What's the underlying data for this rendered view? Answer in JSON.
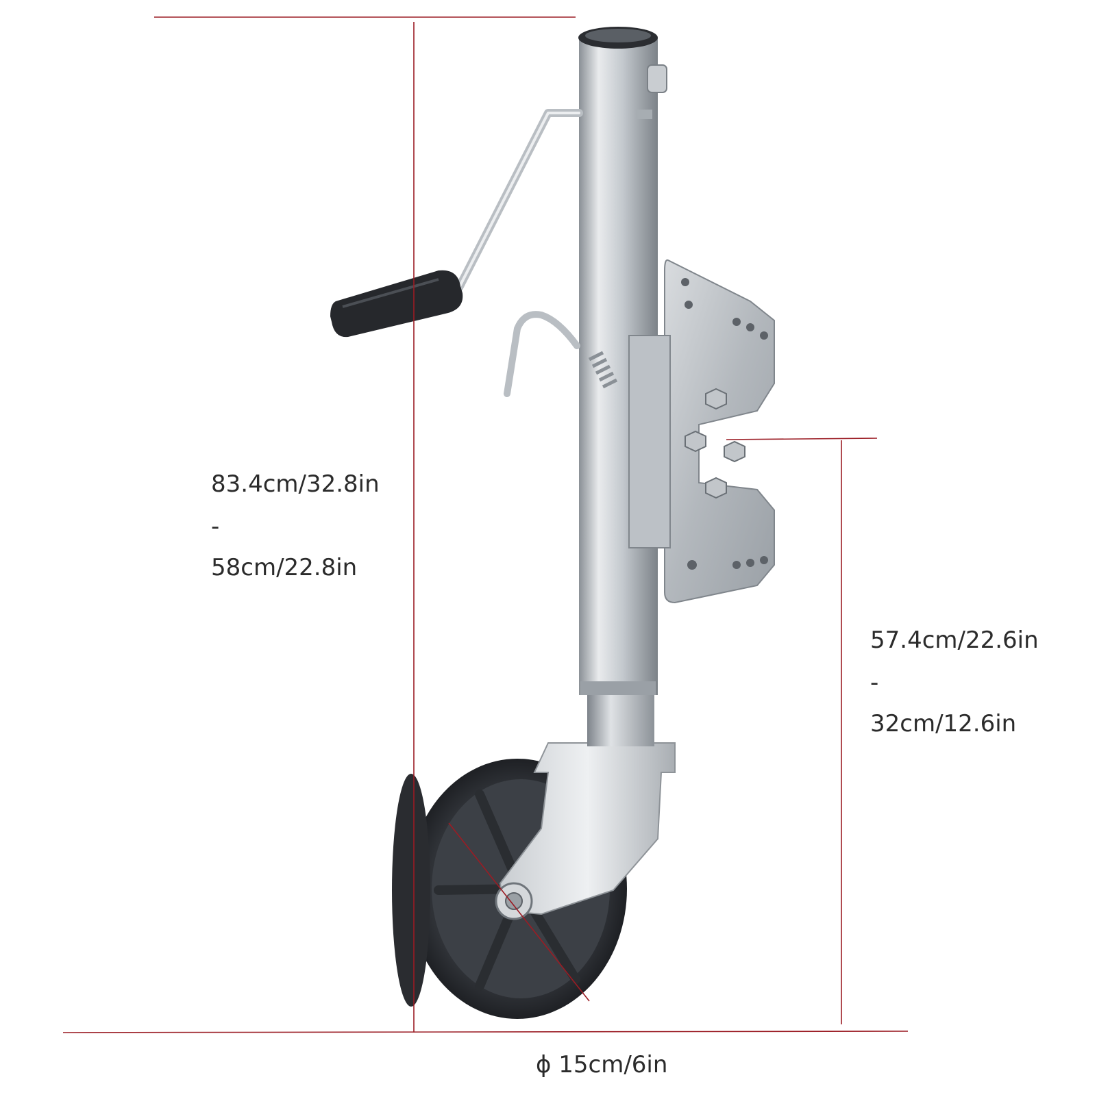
{
  "colors": {
    "dimension_line": "#9b1c24",
    "steel_light": "#e6e8ea",
    "steel_mid": "#b8bdc2",
    "steel_dark": "#7c8288",
    "rubber": "#2a2c30",
    "wheel": "#3b3f45",
    "text": "#2b2b2b"
  },
  "dimensions": {
    "total_height": {
      "max": "83.4cm/32.8in",
      "sep": "-",
      "min": "58cm/22.8in"
    },
    "mount_height": {
      "max": "57.4cm/22.6in",
      "sep": "-",
      "min": "32cm/12.6in"
    },
    "wheel_diameter": {
      "symbol": "ϕ",
      "value": "15cm/6in"
    }
  }
}
